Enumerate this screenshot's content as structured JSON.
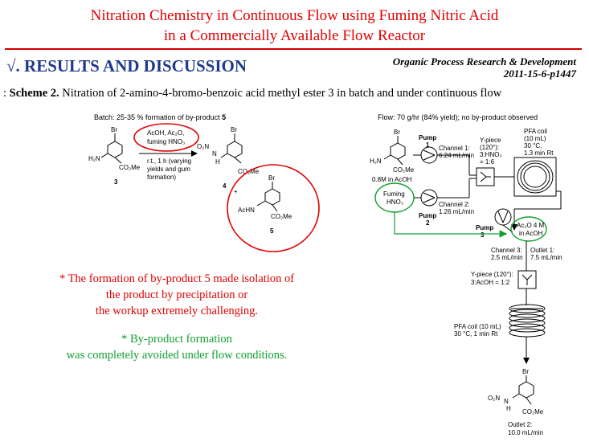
{
  "title": {
    "line1": "Nitration Chemistry in Continuous Flow using Fuming Nitric Acid",
    "line2": "in a Commercially Available Flow Reactor"
  },
  "section": {
    "mark": "√.",
    "heading": "RESULTS AND DISCUSSION"
  },
  "journal": {
    "name": "Organic Process Research & Development",
    "ref": "2011-15-6-p1447"
  },
  "scheme": {
    "prefix": ":",
    "label": "Scheme 2.",
    "caption": "Nitration of 2-amino-4-bromo-benzoic acid methyl ester 3 in batch and under continuous flow"
  },
  "batch": {
    "header": "Batch: 25-35 % formation of by-product ",
    "header_num": "5",
    "reagents": [
      "AcOH, Ac₂O,",
      "fuming HNO₃"
    ],
    "conditions": [
      "r.t., 1 h (varying",
      "yields and gum",
      "formation)"
    ],
    "compound3": {
      "num": "3",
      "br": "Br",
      "nh2": "H₂N",
      "ester": "CO₂Me"
    },
    "compound4": {
      "num": "4",
      "br": "Br",
      "no2": "O₂N",
      "n": "N",
      "h": "H",
      "ester": "CO₂Me"
    },
    "compound5": {
      "num": "5",
      "br": "Br",
      "achn": "AcHN",
      "ester": "CO₂Me",
      "plus": "+"
    }
  },
  "notes": {
    "red": [
      "* The formation of by-product 5 made isolation of",
      "the product by precipitation or",
      "the workup extremely challenging."
    ],
    "green": [
      "* By-product formation",
      "was completely avoided under flow conditions."
    ]
  },
  "flow": {
    "header": "Flow: 70 g/hr (84% yield); no by-product observed",
    "sm": {
      "br": "Br",
      "nh2": "H₂N",
      "ester": "CO₂Me",
      "conc": "0.8M in AcOH"
    },
    "pump1": [
      "Pump",
      "1"
    ],
    "pump2": [
      "Pump",
      "2"
    ],
    "pump3": [
      "Pump",
      "3"
    ],
    "channel1": [
      "Channel 1:",
      "6.24 mL/min"
    ],
    "channel2": [
      "Channel 2:",
      "1.26 mL/min"
    ],
    "channel3": [
      "Channel 3:",
      "2.5 mL/min"
    ],
    "ypiece1": [
      "Y-piece",
      "(120°):",
      "3:HNO₃",
      "= 1:6"
    ],
    "coil1": [
      "PFA coil",
      "(10 mL)",
      "30 °C,",
      "1.3 min Rt"
    ],
    "fuming": [
      "Fuming",
      "HNO₃"
    ],
    "ac2o": [
      "Ac₂O 4 M",
      "in AcOH"
    ],
    "outlet1": [
      "Outlet 1:",
      "7.5 mL/min"
    ],
    "ypiece2": [
      "Y-piece (120°):",
      "3:AcOH = 1:2"
    ],
    "coil2": [
      "PFA coil (10 mL)",
      "30 °C, 1 min Rt"
    ],
    "product": {
      "br": "Br",
      "no2": "O₂N",
      "n": "N",
      "h": "H",
      "ester": "CO₂Me"
    },
    "outlet2": [
      "Outlet 2:",
      "10.0 mL/min"
    ]
  }
}
